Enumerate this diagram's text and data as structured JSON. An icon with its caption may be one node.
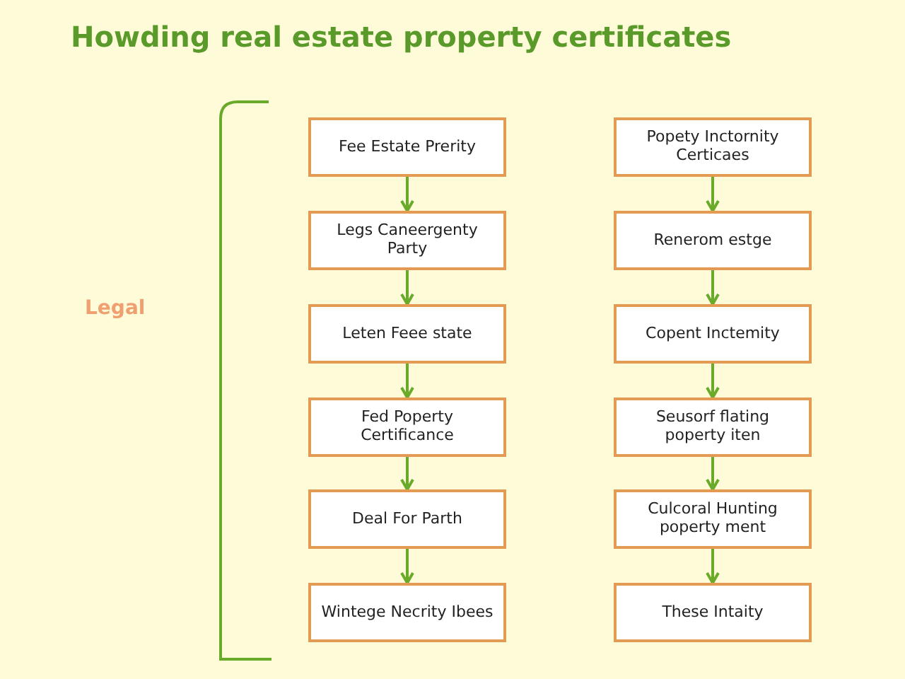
{
  "diagram": {
    "title": "Howding real estate property certificates",
    "nodes": [
      {
        "text": [
          "Fee Estate Prerity"
        ]
      },
      {
        "text": [
          "Legs Caneergenty Party"
        ]
      },
      {
        "text": [
          "Leten Feee state"
        ]
      },
      {
        "text": [
          "Fed Poperty Certificance"
        ]
      },
      {
        "text": [
          "Deal For Parth"
        ]
      },
      {
        "text": [
          "Wintege Necrity Ibees"
        ]
      },
      {
        "text": [
          "Popety Inctornity Certicaes"
        ]
      },
      {
        "text": [
          "Renerom estge"
        ]
      },
      {
        "text": [
          "Copent Inctemity"
        ]
      },
      {
        "text": [
          "Seusorf flating poperty iten"
        ]
      },
      {
        "text": [
          "Culcoral Hunting poperty ment"
        ]
      },
      {
        "text": [
          "These Intaity"
        ]
      }
    ],
    "edges": [
      {
        "from": 0,
        "to": 1,
        "arrow": "to"
      },
      {
        "from": 1,
        "to": 2,
        "arrow": "to"
      },
      {
        "from": 2,
        "to": 3,
        "arrow": "to"
      },
      {
        "from": 3,
        "to": 4,
        "arrow": "to"
      },
      {
        "from": 4,
        "to": 5,
        "arrow": "to"
      },
      {
        "from": 6,
        "to": 7,
        "arrow": "to"
      },
      {
        "from": 7,
        "to": 8,
        "arrow": "to"
      },
      {
        "from": 8,
        "to": 9,
        "arrow": "to"
      },
      {
        "from": 9,
        "to": 10,
        "arrow": "to"
      },
      {
        "from": 10,
        "to": 11,
        "arrow": "to"
      }
    ],
    "labels": [
      "Legal"
    ]
  }
}
